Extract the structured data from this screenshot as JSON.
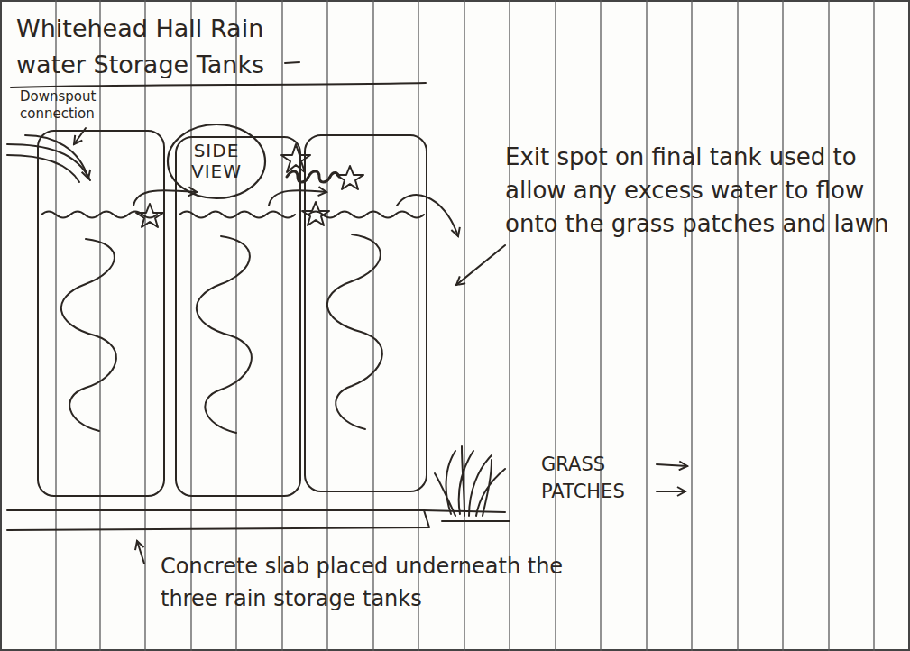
{
  "diagram": {
    "title": "Whitehead Hall Rain water Storage Tanks",
    "nodes": [
      {
        "text": [
          "SIDE VIEW"
        ]
      }
    ],
    "labels": [
      "Downspout connection",
      "Exit spot on final tank used to allow any excess water to flow onto the grass patches and lawn",
      "GRASS PATCHES",
      "Concrete slab placed underneath the three rain storage tanks"
    ]
  }
}
